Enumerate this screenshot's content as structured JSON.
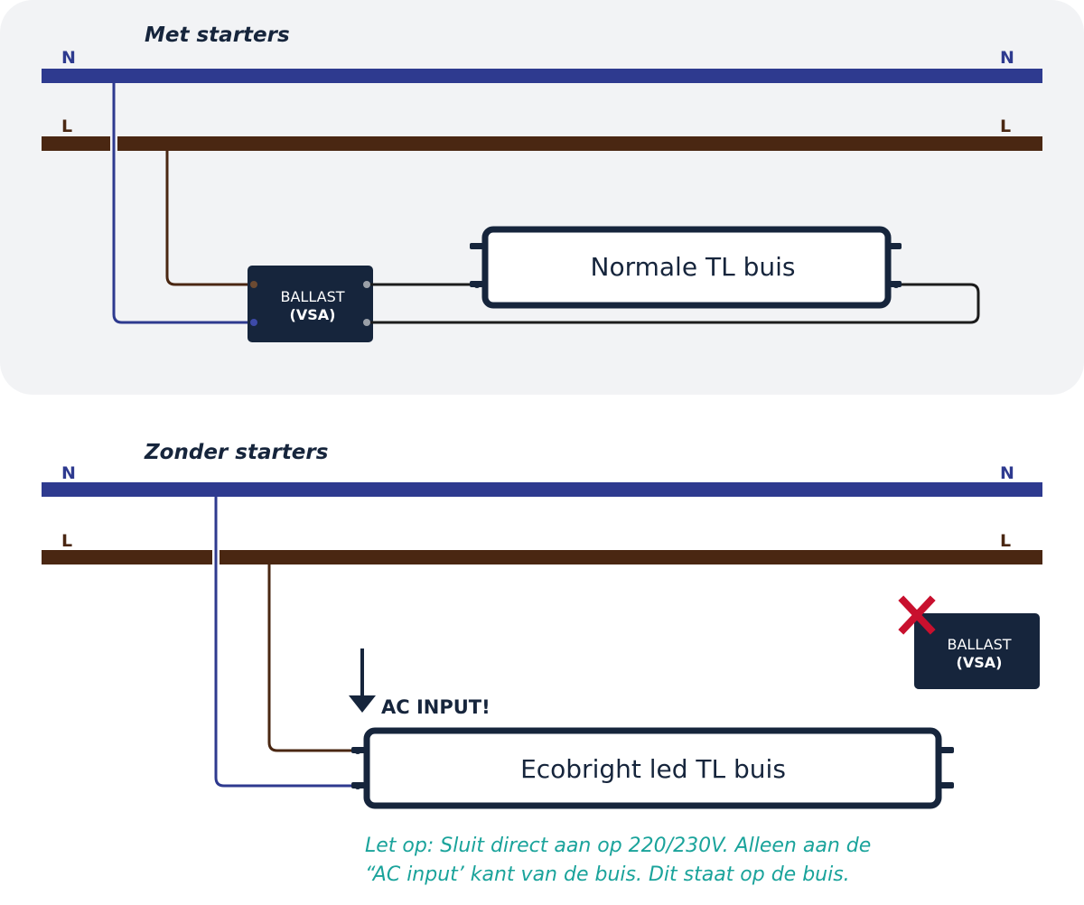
{
  "colors": {
    "neutral": "#2e3a8f",
    "live": "#4a2712",
    "dark": "#16253c",
    "panel": "#f2f3f5",
    "wire": "#1c1c1c",
    "cross": "#c8102e",
    "note": "#1aa39b"
  },
  "top": {
    "title": "Met starters",
    "rail_n_left": "N",
    "rail_n_right": "N",
    "rail_l_left": "L",
    "rail_l_right": "L",
    "ballast_line1": "BALLAST",
    "ballast_line2": "(VSA)",
    "tube_label": "Normale TL buis"
  },
  "bottom": {
    "title": "Zonder starters",
    "rail_n_left": "N",
    "rail_n_right": "N",
    "rail_l_left": "L",
    "rail_l_right": "L",
    "ac_input": "AC INPUT!",
    "ballast_line1": "BALLAST",
    "ballast_line2": "(VSA)",
    "cross_icon": "X",
    "tube_label": "Ecobright led TL buis",
    "note_line1": "Let op: Sluit direct aan op 220/230V. Alleen aan de",
    "note_line2": "“AC input’ kant van de buis. Dit staat op de buis."
  }
}
